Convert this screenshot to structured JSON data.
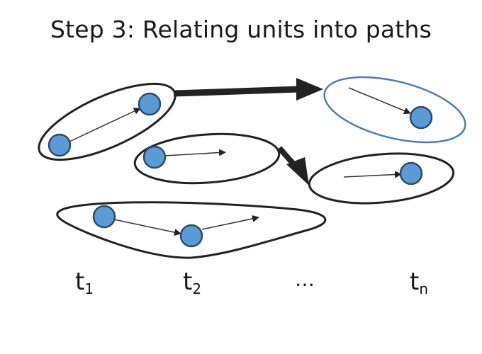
{
  "title": "Step 3: Relating units into paths",
  "time_labels": [
    {
      "base": "t",
      "sub": "1"
    },
    {
      "base": "t",
      "sub": "2"
    },
    {
      "base": "…",
      "sub": ""
    },
    {
      "base": "t",
      "sub": "n"
    }
  ],
  "colors": {
    "unit_fill": "#5b9bd5",
    "unit_stroke": "#2e4a6b",
    "outline": "#222222",
    "highlight_outline": "#4a7fb5",
    "arrow": "#222222"
  }
}
